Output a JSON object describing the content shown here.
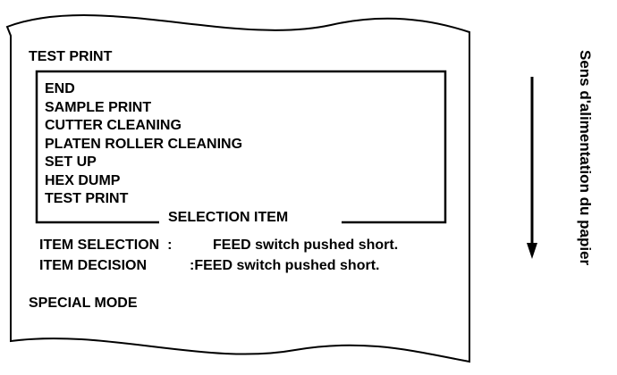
{
  "receipt": {
    "header": "TEST PRINT",
    "menu_items": [
      "END",
      "SAMPLE PRINT",
      "CUTTER CLEANING",
      "PLATEN ROLLER CLEANING",
      "SET UP",
      "HEX DUMP",
      "TEST PRINT"
    ],
    "box_caption": "SELECTION ITEM",
    "instructions": [
      {
        "label": "ITEM SELECTION  :",
        "value": "FEED switch pushed short."
      },
      {
        "label": "ITEM DECISION",
        "value": ":FEED switch pushed short."
      }
    ],
    "footer": "SPECIAL MODE"
  },
  "feed_direction": {
    "label": "Sens d'alimentation du papier",
    "arrow": "arrow-down-icon"
  }
}
